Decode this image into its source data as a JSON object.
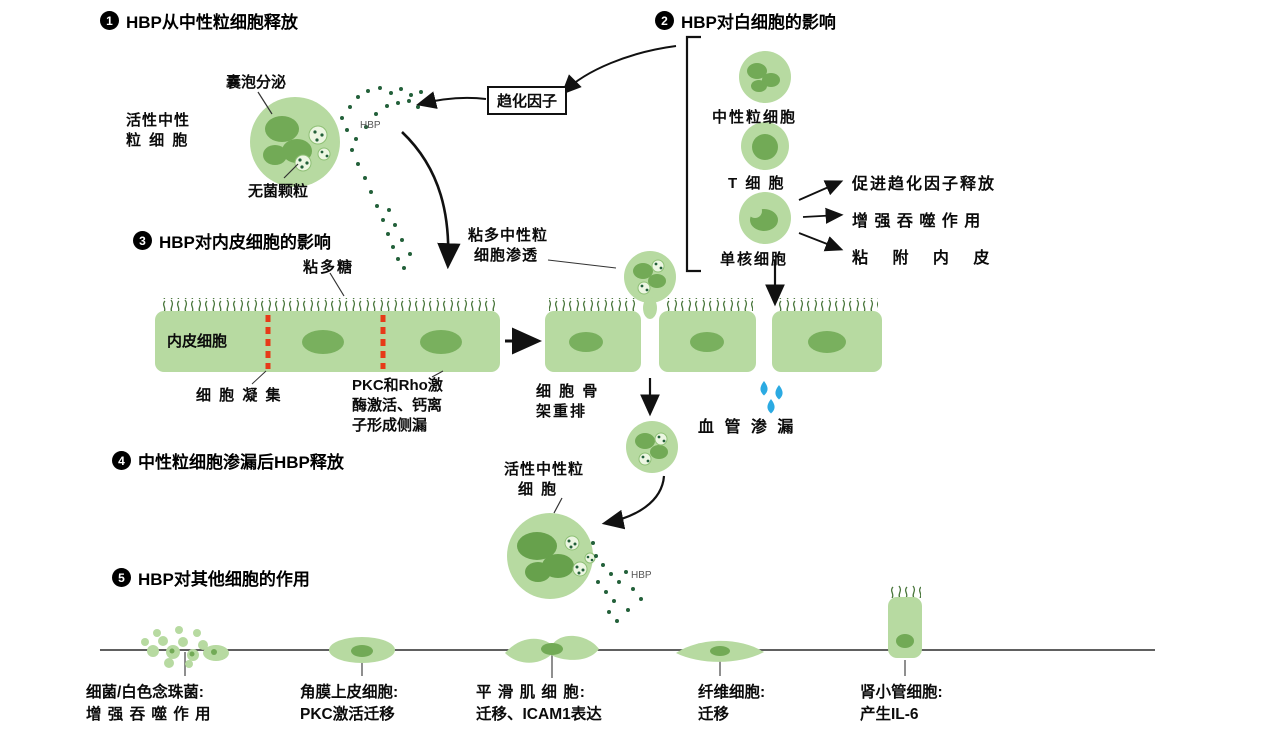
{
  "s1": {
    "num": "1",
    "title": "HBP从中性粒细胞释放",
    "vesicle": "囊泡分泌",
    "cell_line1": "活性中性",
    "cell_line2": "粒 细 胞",
    "granule": "无菌颗粒",
    "hbp": "HBP"
  },
  "chemokine": "趋化因子",
  "s2": {
    "num": "2",
    "title": "HBP对白细胞的影响",
    "cell1": "中性粒细胞",
    "cell2": "T 细 胞",
    "cell3": "单核细胞",
    "effect1": "促进趋化因子释放",
    "effect2": "增 强 吞 噬 作 用",
    "effect3": "粘 附 内 皮"
  },
  "s3": {
    "num": "3",
    "title": "HBP对内皮细胞的影响",
    "glyco": "粘多糖",
    "pen_line1": "粘多中性粒",
    "pen_line2": "细胞渗透",
    "endo": "内皮细胞",
    "agglut": "细 胞 凝 集",
    "pkc1": "PKC和Rho激",
    "pkc2": "酶激活、钙离",
    "pkc3": "子形成侧漏",
    "cyto1": "细 胞 骨",
    "cyto2": "架重排",
    "leak": "血 管 渗 漏"
  },
  "s4": {
    "num": "4",
    "title": "中性粒细胞渗漏后HBP释放",
    "cell_line1": "活性中性粒",
    "cell_line2": "细 胞",
    "hbp": "HBP"
  },
  "s5": {
    "num": "5",
    "title": "HBP对其他细胞的作用",
    "items": [
      {
        "name": "细菌/白色念珠菌:",
        "effect": "增 强 吞 噬 作 用"
      },
      {
        "name": "角膜上皮细胞:",
        "effect": "PKC激活迁移"
      },
      {
        "name": "平 滑 肌 细 胞:",
        "effect": "迁移、ICAM1表达"
      },
      {
        "name": "纤维细胞:",
        "effect": "迁移"
      },
      {
        "name": "肾小管细胞:",
        "effect": "产生IL-6"
      }
    ]
  },
  "colors": {
    "cell_fill": "#b7daa1",
    "nucleus": "#72aa56",
    "hbp_dot": "#23603a",
    "junction_red": "#e73a18",
    "droplet_blue": "#2baae2"
  }
}
